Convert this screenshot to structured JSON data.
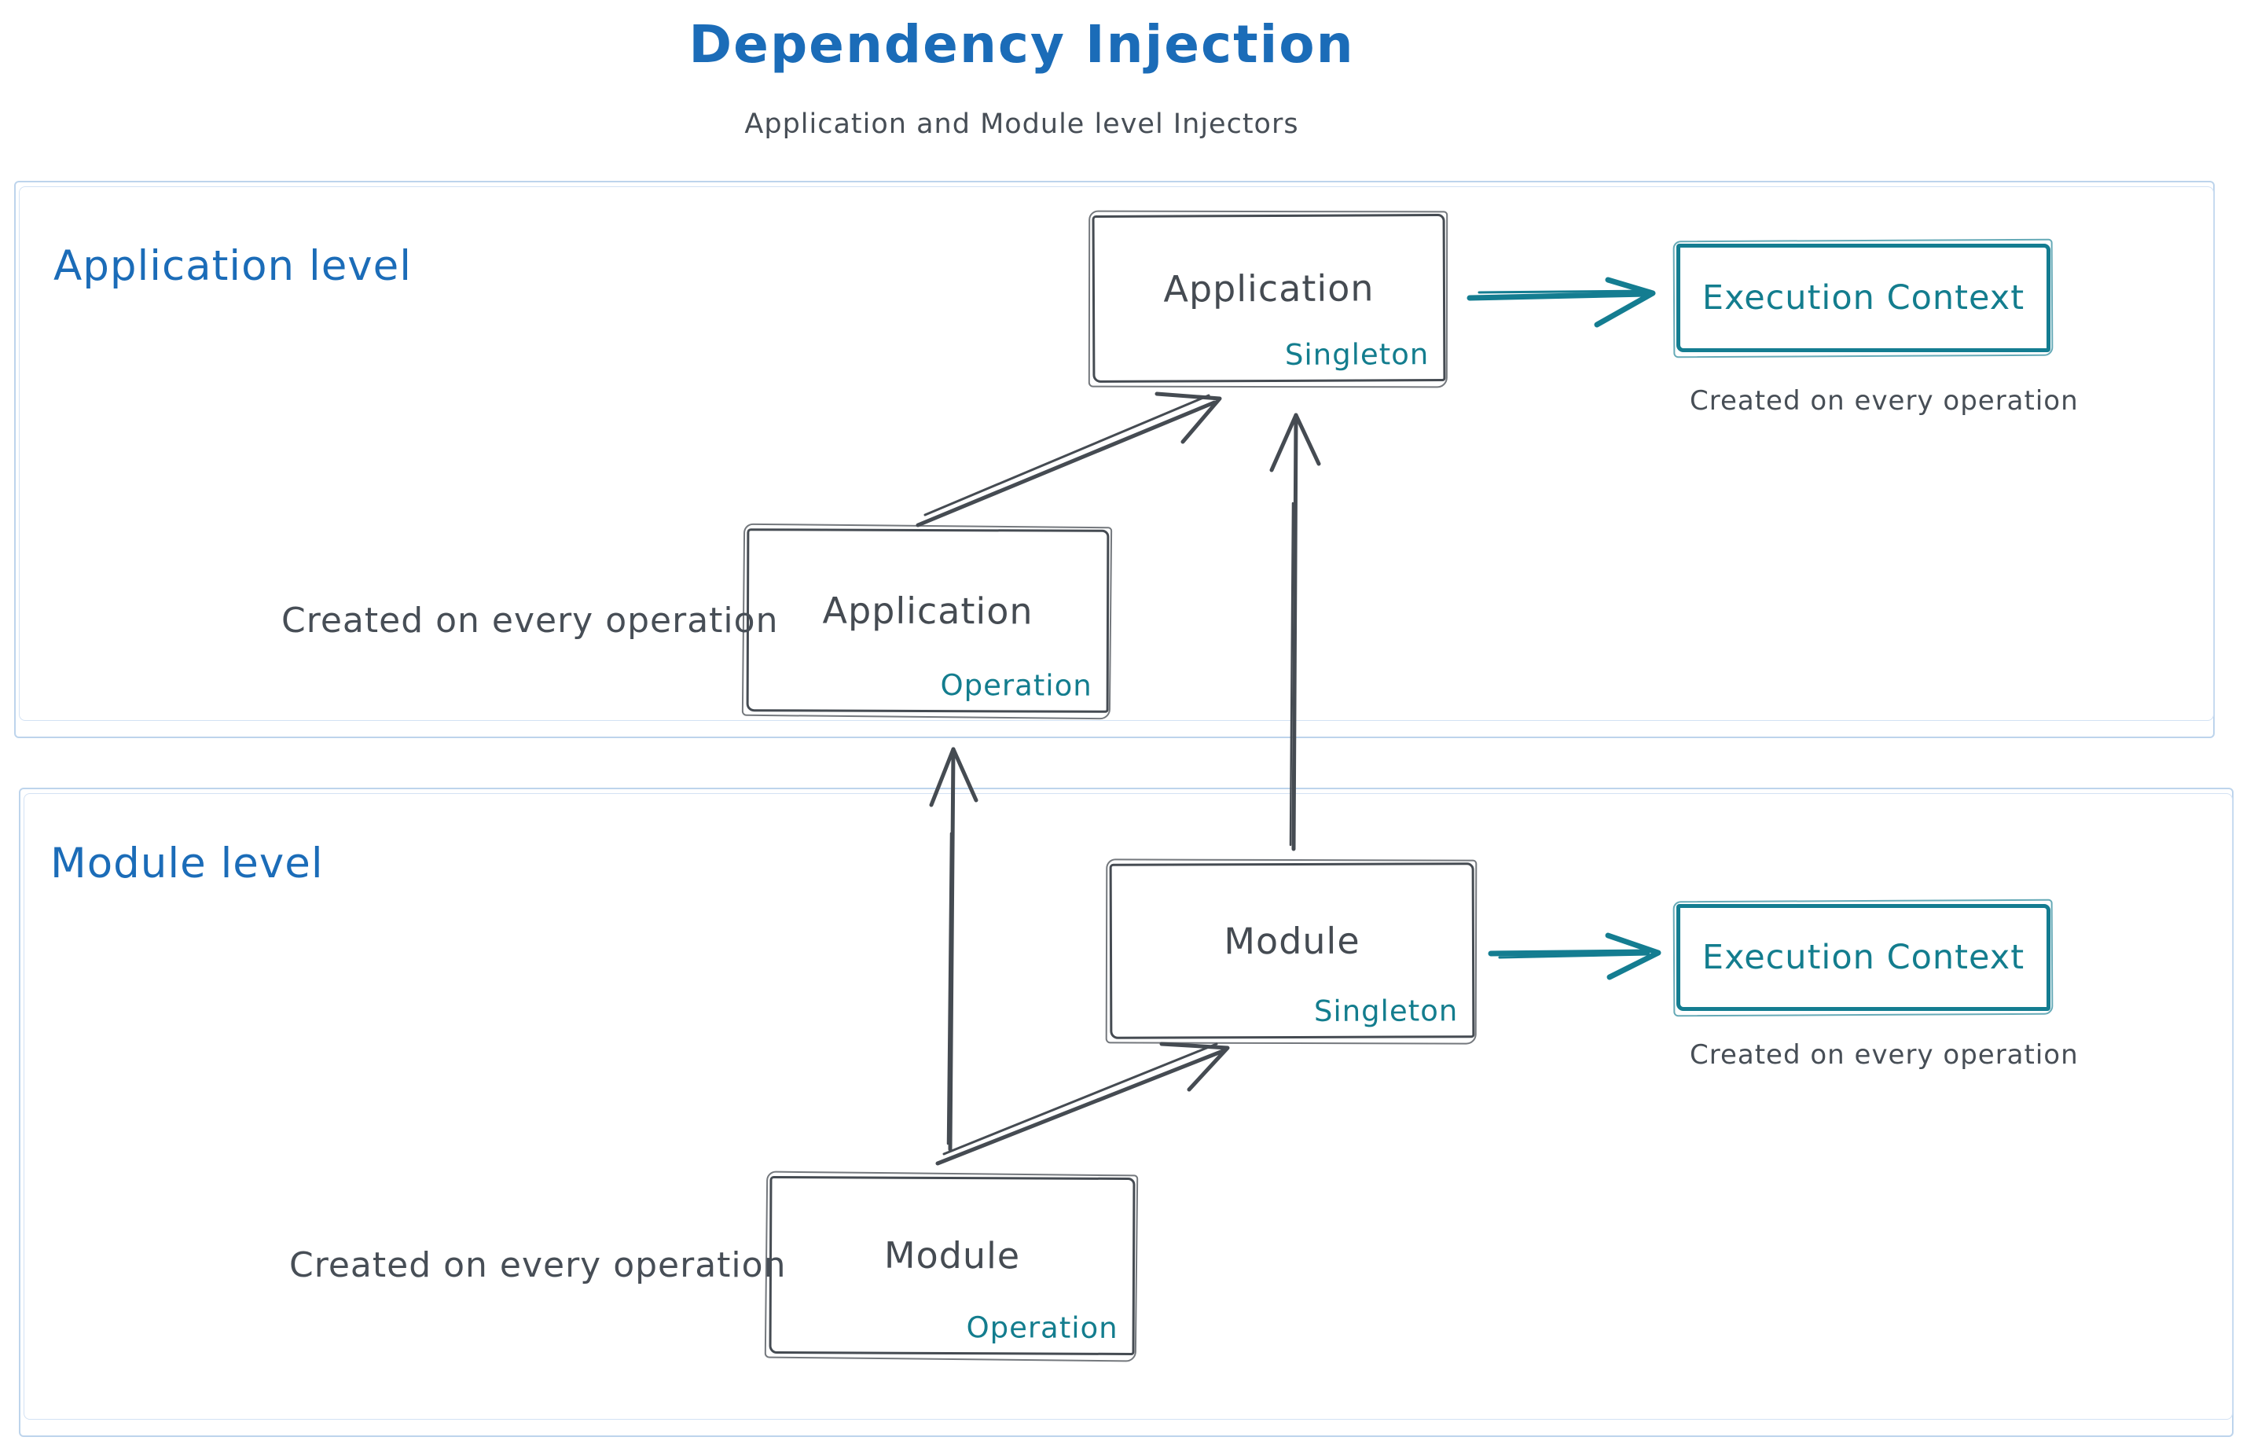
{
  "title": "Dependency Injection",
  "subtitle": "Application and Module level Injectors",
  "colors": {
    "heading_blue": "#1b6cb8",
    "stroke_slate": "#454b52",
    "accent_teal": "#137d8e",
    "section_border_blue": "#bdd4ec"
  },
  "sections": {
    "application": {
      "label": "Application level"
    },
    "module": {
      "label": "Module level"
    }
  },
  "nodes": {
    "app_singleton": {
      "title": "Application",
      "badge": "Singleton"
    },
    "app_operation": {
      "title": "Application",
      "badge": "Operation"
    },
    "module_singleton": {
      "title": "Module",
      "badge": "Singleton"
    },
    "module_operation": {
      "title": "Module",
      "badge": "Operation"
    },
    "execution_context_app": {
      "title": "Execution Context"
    },
    "execution_context_module": {
      "title": "Execution Context"
    }
  },
  "captions": {
    "app_operation": "Created on every operation",
    "module_operation": "Created on every operation",
    "execution_context_app": "Created on every operation",
    "execution_context_module": "Created on every operation"
  }
}
